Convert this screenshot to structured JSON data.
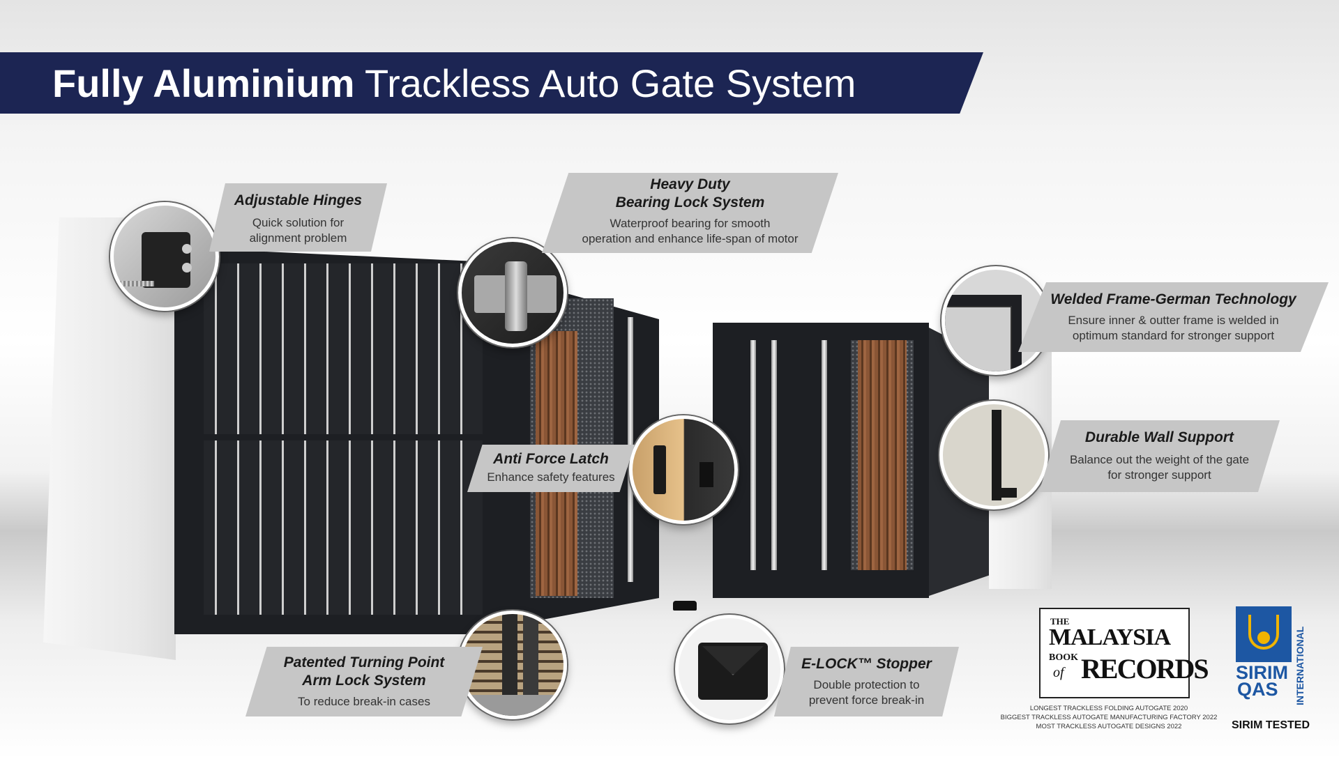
{
  "header": {
    "title_bold": "Fully Aluminium",
    "title_light": "Trackless Auto Gate System"
  },
  "callouts": {
    "hinges": {
      "title": "Adjustable Hinges",
      "desc1": "Quick solution for",
      "desc2": "alignment problem"
    },
    "bearing": {
      "title1": "Heavy Duty",
      "title2": "Bearing Lock System",
      "desc1": "Waterproof bearing for smooth",
      "desc2": "operation and enhance life-span of motor"
    },
    "welded": {
      "title": "Welded Frame-German Technology",
      "desc1": "Ensure inner & outter frame is welded in",
      "desc2": "optimum standard for stronger support"
    },
    "latch": {
      "title": "Anti Force Latch",
      "desc1": "Enhance safety features"
    },
    "wall": {
      "title": "Durable Wall Support",
      "desc1": "Balance out the weight of the gate",
      "desc2": "for stronger support"
    },
    "turning": {
      "title1": "Patented Turning Point",
      "title2": "Arm Lock System",
      "desc1": "To reduce break-in cases"
    },
    "elock": {
      "title": "E-LOCK™ Stopper",
      "desc1": "Double protection to",
      "desc2": "prevent force break-in"
    }
  },
  "badges": {
    "mbr": {
      "the": "THE",
      "malaysia": "MALAYSIA",
      "book": "BOOK",
      "of": "of",
      "records": "RECORDS"
    },
    "records_lines": [
      "LONGEST TRACKLESS FOLDING AUTOGATE 2020",
      "BIGGEST TRACKLESS AUTOGATE MANUFACTURING FACTORY 2022",
      "MOST TRACKLESS AUTOGATE DESIGNS 2022"
    ],
    "sirim": {
      "line1": "SIRIM",
      "line2": "QAS",
      "side": "INTERNATIONAL",
      "footer": "SIRIM TESTED"
    }
  },
  "colors": {
    "banner": "#1c2553",
    "callout_bg": "#c6c6c6",
    "sirim_blue": "#1d57a3",
    "sirim_gold": "#f0b400"
  },
  "icons": [
    "hinge-photo",
    "bearing-photo",
    "welded-frame-photo",
    "latch-photo",
    "wall-support-photo",
    "turning-point-photo",
    "elock-photo"
  ]
}
